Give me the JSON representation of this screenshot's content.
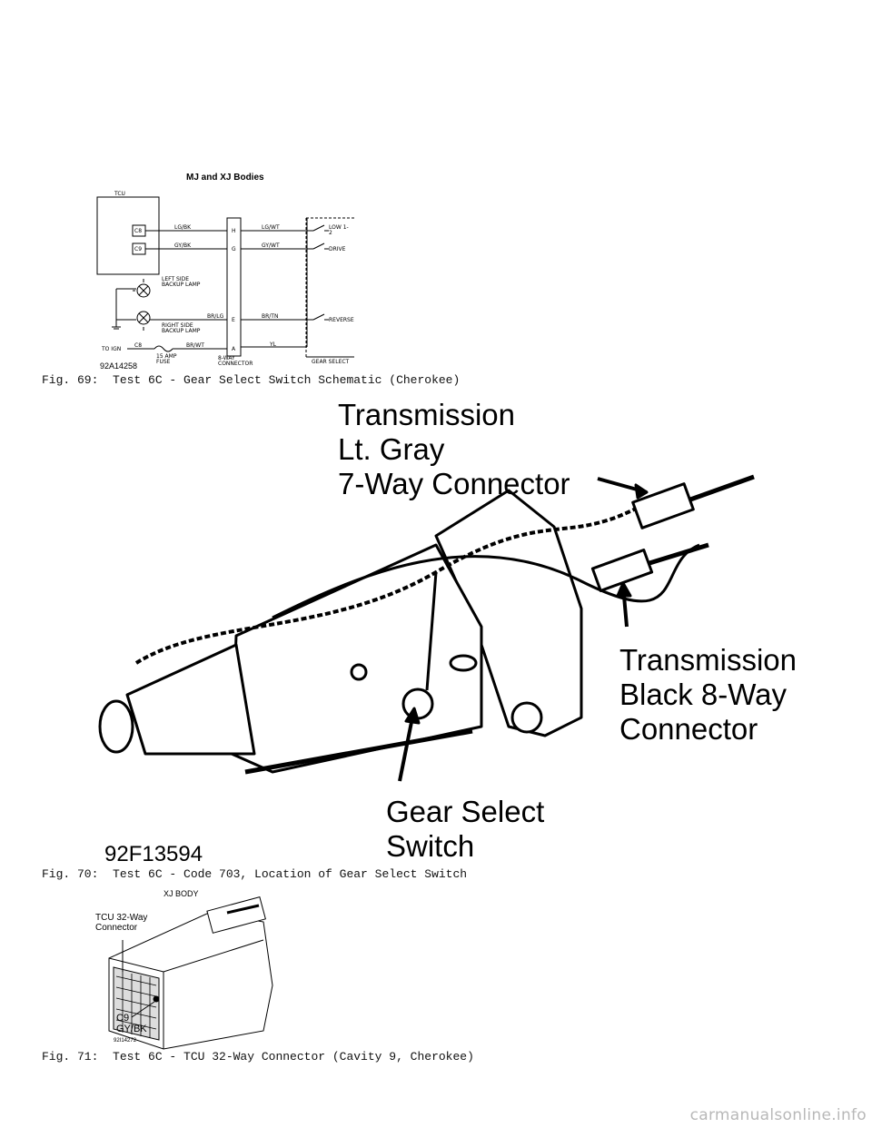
{
  "fig69": {
    "title": "MJ and XJ Bodies",
    "tcu_label": "TCU",
    "pins": [
      "C8",
      "C9"
    ],
    "wires_left": [
      "LG/BK",
      "GY/BK"
    ],
    "wires_right": [
      "LG/WT",
      "GY/WT"
    ],
    "connector_letters": [
      "H",
      "G",
      "E",
      "A"
    ],
    "connector_label": "8-WAY CONNECTOR",
    "left_lamp": "LEFT SIDE BACKUP LAMP",
    "right_lamp": "RIGHT SIDE BACKUP LAMP",
    "wire_br_lg": "BR/LG",
    "wire_br_tn": "BR/TN",
    "wire_br_wt": "BR/WT",
    "wire_yl": "YL",
    "to_ign": "TO IGN",
    "c8_fuse": "C8",
    "fuse": "15 AMP FUSE",
    "switch_low": "LOW 1-2",
    "switch_drive": "DRIVE",
    "switch_reverse": "REVERSE",
    "gear_select": "GEAR SELECT",
    "code": "92A14258",
    "caption": "Fig. 69:  Test 6C - Gear Select Switch Schematic (Cherokee)"
  },
  "fig70": {
    "label_top": [
      "Transmission",
      "Lt. Gray",
      "7-Way Connector"
    ],
    "label_right": [
      "Transmission",
      "Black 8-Way",
      "Connector"
    ],
    "label_bottom": [
      "Gear Select",
      "Switch"
    ],
    "code": "92F13594",
    "caption": "Fig. 70:  Test 6C - Code 703, Location of Gear Select Switch"
  },
  "fig71": {
    "title": "XJ BODY",
    "connector_label": [
      "TCU 32-Way",
      "Connector"
    ],
    "cavity_label": [
      "C9",
      "GY/BK"
    ],
    "code": "92I14272",
    "caption": "Fig. 71:  Test 6C - TCU 32-Way Connector (Cavity 9, Cherokee)"
  },
  "watermark": "carmanualsonline.info"
}
